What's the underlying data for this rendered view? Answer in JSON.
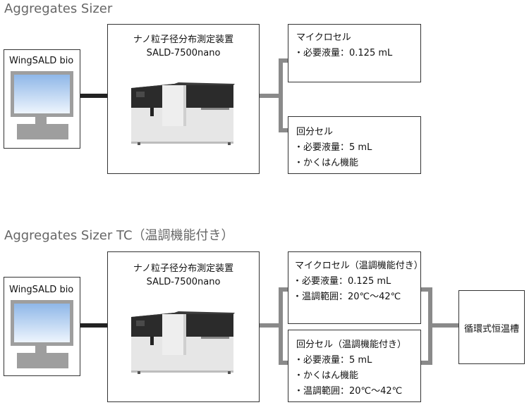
{
  "sections": [
    {
      "title": "Aggregates Sizer",
      "pc": {
        "label": "WingSALD bio"
      },
      "instrument": {
        "name": "ナノ粒子径分布測定装置",
        "model": "SALD-7500nano"
      },
      "cells": [
        {
          "title": "マイクロセル",
          "lines": [
            "・必要液量：0.125 mL"
          ]
        },
        {
          "title": "回分セル",
          "lines": [
            "・必要液量：5 mL",
            "・かくはん機能"
          ]
        }
      ]
    },
    {
      "title": "Aggregates Sizer TC（温調機能付き）",
      "pc": {
        "label": "WingSALD bio"
      },
      "instrument": {
        "name": "ナノ粒子径分布測定装置",
        "model": "SALD-7500nano"
      },
      "cells": [
        {
          "title": "マイクロセル（温調機能付き）",
          "lines": [
            "・必要液量：0.125 mL",
            "・温調範囲：20℃～42℃"
          ]
        },
        {
          "title": "回分セル（温調機能付き）",
          "lines": [
            "・必要液量：5 mL",
            "・かくはん機能",
            "・温調範囲：20℃～42℃"
          ]
        }
      ],
      "bath": {
        "label": "循環式恒温槽"
      }
    }
  ]
}
